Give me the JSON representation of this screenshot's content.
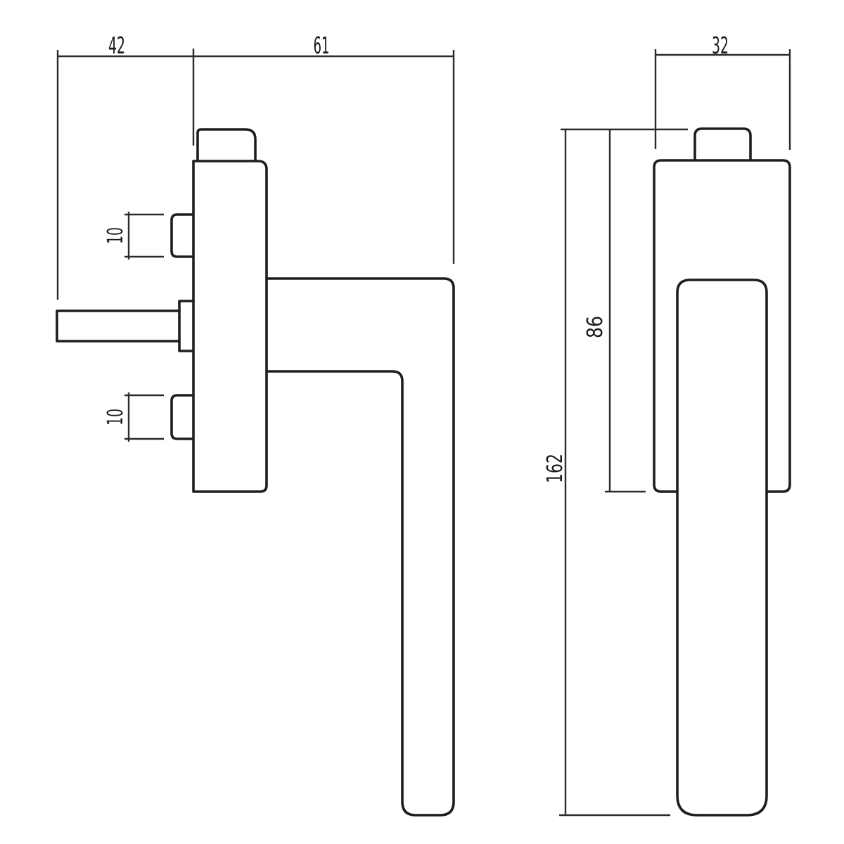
{
  "drawing": {
    "dimensions": {
      "side": {
        "spindle_length": "42",
        "handle_depth": "61",
        "stub_top": "10",
        "stub_bottom": "10"
      },
      "front": {
        "plate_width": "32",
        "total_height": "162",
        "plate_height": "86"
      }
    },
    "style": {
      "line_color": "#1e1e1e",
      "dimension_color": "#2b2b2b",
      "background": "#ffffff"
    }
  }
}
